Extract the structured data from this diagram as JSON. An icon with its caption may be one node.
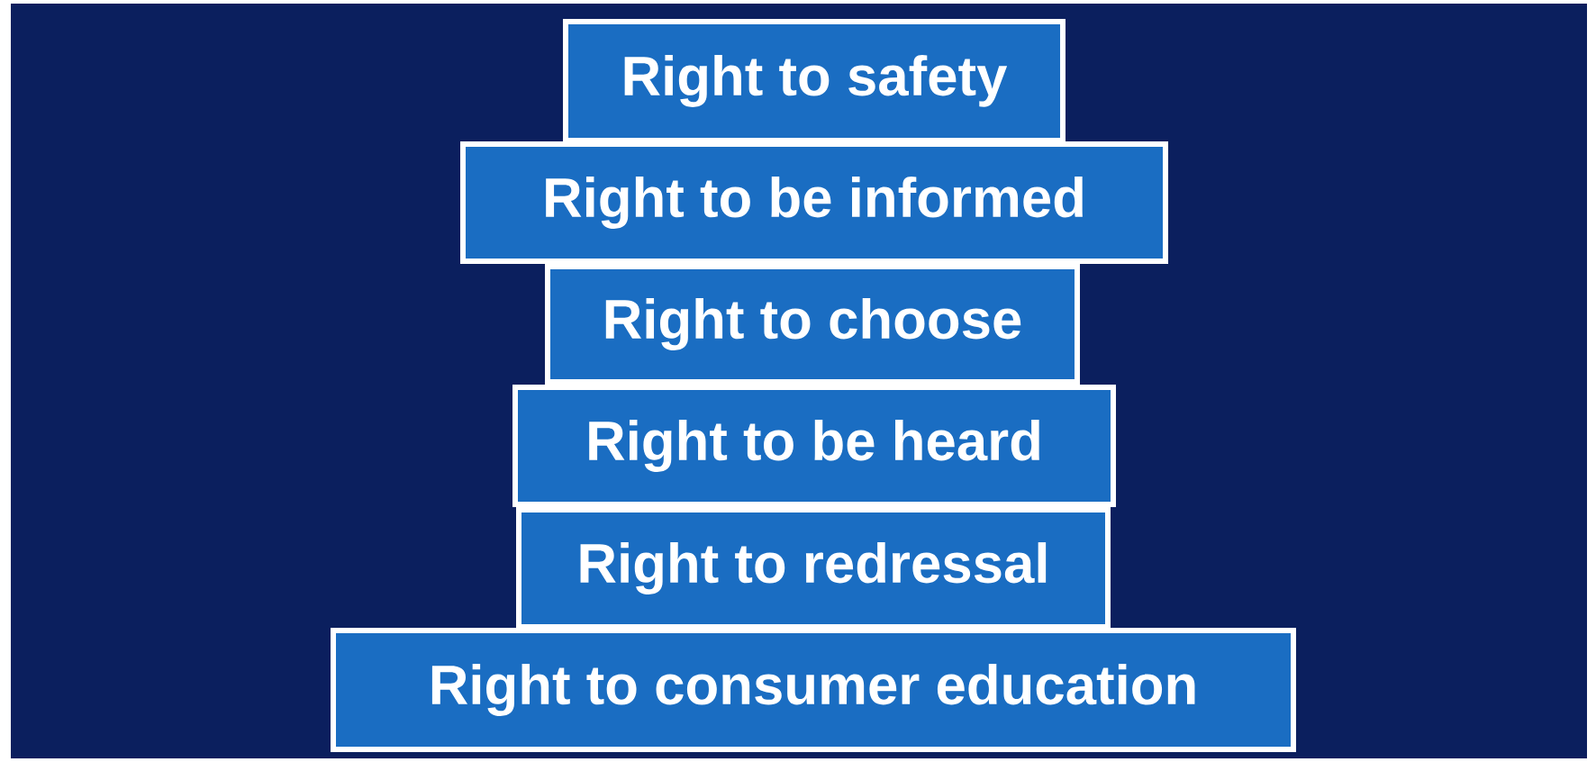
{
  "diagram": {
    "nodes": [
      {
        "text": [
          "Right to safety"
        ]
      },
      {
        "text": [
          "Right to be informed"
        ]
      },
      {
        "text": [
          "Right to choose"
        ]
      },
      {
        "text": [
          "Right to be heard"
        ]
      },
      {
        "text": [
          "Right to redressal"
        ]
      },
      {
        "text": [
          "Right to consumer education"
        ]
      }
    ]
  }
}
